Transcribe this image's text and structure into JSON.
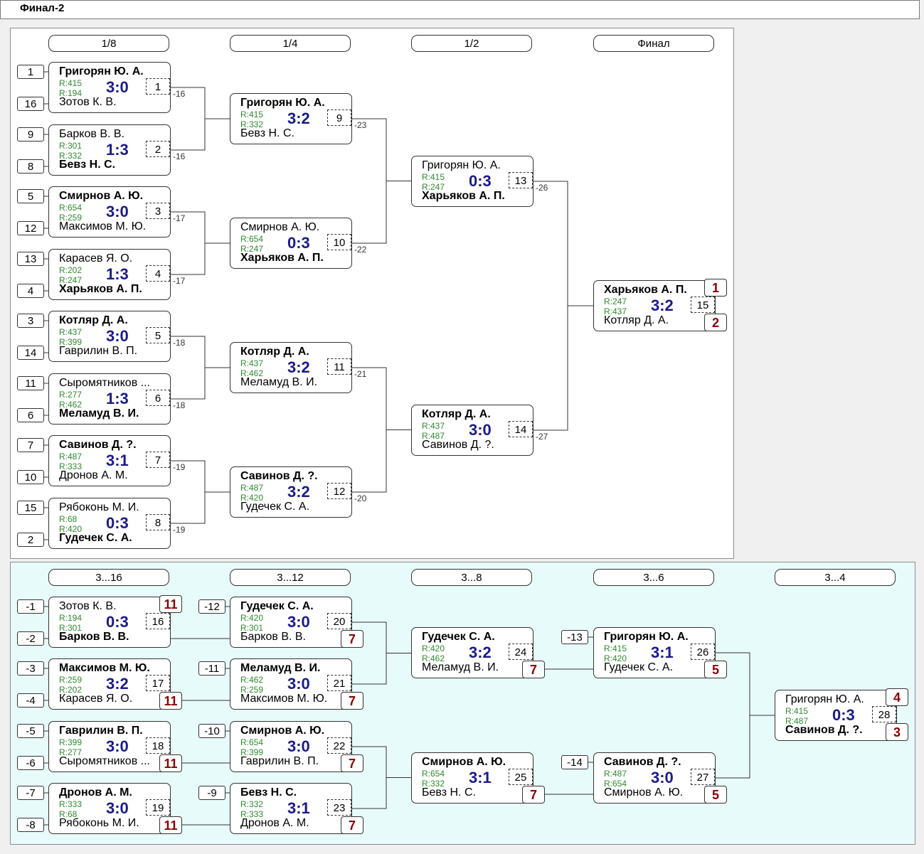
{
  "title": "Финал-2",
  "headers_main": [
    "1/8",
    "1/4",
    "1/2",
    "Финал"
  ],
  "headers_cons": [
    "3...16",
    "3...12",
    "3...8",
    "3...6",
    "3...4"
  ],
  "matches": [
    {
      "p1": "Григорян Ю. А.",
      "p2": "Зотов К. В.",
      "r1": "R:415",
      "r2": "R:194",
      "score": "3:0",
      "no": "1",
      "win": 1,
      "loser_to": "-16"
    },
    {
      "p1": "Барков В. В.",
      "p2": "Бевз Н. С.",
      "r1": "R:301",
      "r2": "R:332",
      "score": "1:3",
      "no": "2",
      "win": 2,
      "loser_to": "-16"
    },
    {
      "p1": "Смирнов А. Ю.",
      "p2": "Максимов М. Ю.",
      "r1": "R:654",
      "r2": "R:259",
      "score": "3:0",
      "no": "3",
      "win": 1,
      "loser_to": "-17"
    },
    {
      "p1": "Карасев Я. О.",
      "p2": "Харьяков А. П.",
      "r1": "R:202",
      "r2": "R:247",
      "score": "1:3",
      "no": "4",
      "win": 2,
      "loser_to": "-17"
    },
    {
      "p1": "Котляр Д. А.",
      "p2": "Гаврилин В. П.",
      "r1": "R:437",
      "r2": "R:399",
      "score": "3:0",
      "no": "5",
      "win": 1,
      "loser_to": "-18"
    },
    {
      "p1": "Сыромятников ...",
      "p2": "Меламуд В. И.",
      "r1": "R:277",
      "r2": "R:462",
      "score": "1:3",
      "no": "6",
      "win": 2,
      "loser_to": "-18"
    },
    {
      "p1": "Савинов Д. ?.",
      "p2": "Дронов А. М.",
      "r1": "R:487",
      "r2": "R:333",
      "score": "3:1",
      "no": "7",
      "win": 1,
      "loser_to": "-19"
    },
    {
      "p1": "Рябоконь М. И.",
      "p2": "Гудечек С. А.",
      "r1": "R:68",
      "r2": "R:420",
      "score": "0:3",
      "no": "8",
      "win": 2,
      "loser_to": "-19"
    },
    {
      "p1": "Григорян Ю. А.",
      "p2": "Бевз Н. С.",
      "r1": "R:415",
      "r2": "R:332",
      "score": "3:2",
      "no": "9",
      "win": 1,
      "loser_to": "-23"
    },
    {
      "p1": "Смирнов А. Ю.",
      "p2": "Харьяков А. П.",
      "r1": "R:654",
      "r2": "R:247",
      "score": "0:3",
      "no": "10",
      "win": 2,
      "loser_to": "-22"
    },
    {
      "p1": "Котляр Д. А.",
      "p2": "Меламуд В. И.",
      "r1": "R:437",
      "r2": "R:462",
      "score": "3:2",
      "no": "11",
      "win": 1,
      "loser_to": "-21"
    },
    {
      "p1": "Савинов Д. ?.",
      "p2": "Гудечек С. А.",
      "r1": "R:487",
      "r2": "R:420",
      "score": "3:2",
      "no": "12",
      "win": 1,
      "loser_to": "-20"
    },
    {
      "p1": "Григорян Ю. А.",
      "p2": "Харьяков А. П.",
      "r1": "R:415",
      "r2": "R:247",
      "score": "0:3",
      "no": "13",
      "win": 2,
      "loser_to": "-26"
    },
    {
      "p1": "Котляр Д. А.",
      "p2": "Савинов Д. ?.",
      "r1": "R:437",
      "r2": "R:487",
      "score": "3:0",
      "no": "14",
      "win": 1,
      "loser_to": "-27"
    },
    {
      "p1": "Харьяков А. П.",
      "p2": "Котляр Д. А.",
      "r1": "R:247",
      "r2": "R:437",
      "score": "3:2",
      "no": "15",
      "win": 1,
      "place1": "1",
      "place2": "2"
    },
    {
      "p1": "Зотов К. В.",
      "p2": "Барков В. В.",
      "r1": "R:194",
      "r2": "R:301",
      "score": "0:3",
      "no": "16",
      "win": 2,
      "place1": "11"
    },
    {
      "p1": "Максимов М. Ю.",
      "p2": "Карасев Я. О.",
      "r1": "R:259",
      "r2": "R:202",
      "score": "3:2",
      "no": "17",
      "win": 1,
      "place2": "11"
    },
    {
      "p1": "Гаврилин В. П.",
      "p2": "Сыромятников ...",
      "r1": "R:399",
      "r2": "R:277",
      "score": "3:0",
      "no": "18",
      "win": 1,
      "place2": "11"
    },
    {
      "p1": "Дронов А. М.",
      "p2": "Рябоконь М. И.",
      "r1": "R:333",
      "r2": "R:68",
      "score": "3:0",
      "no": "19",
      "win": 1,
      "place2": "11"
    },
    {
      "p1": "Гудечек С. А.",
      "p2": "Барков В. В.",
      "r1": "R:420",
      "r2": "R:301",
      "score": "3:0",
      "no": "20",
      "win": 1,
      "place2": "7"
    },
    {
      "p1": "Меламуд В. И.",
      "p2": "Максимов М. Ю.",
      "r1": "R:462",
      "r2": "R:259",
      "score": "3:0",
      "no": "21",
      "win": 1,
      "place2": "7"
    },
    {
      "p1": "Смирнов А. Ю.",
      "p2": "Гаврилин В. П.",
      "r1": "R:654",
      "r2": "R:399",
      "score": "3:0",
      "no": "22",
      "win": 1,
      "place2": "7"
    },
    {
      "p1": "Бевз Н. С.",
      "p2": "Дронов А. М.",
      "r1": "R:332",
      "r2": "R:333",
      "score": "3:1",
      "no": "23",
      "win": 1,
      "place2": "7"
    },
    {
      "p1": "Гудечек С. А.",
      "p2": "Меламуд В. И.",
      "r1": "R:420",
      "r2": "R:462",
      "score": "3:2",
      "no": "24",
      "win": 1,
      "place2": "7"
    },
    {
      "p1": "Смирнов А. Ю.",
      "p2": "Бевз Н. С.",
      "r1": "R:654",
      "r2": "R:332",
      "score": "3:1",
      "no": "25",
      "win": 1,
      "place2": "7"
    },
    {
      "p1": "Григорян Ю. А.",
      "p2": "Гудечек С. А.",
      "r1": "R:415",
      "r2": "R:420",
      "score": "3:1",
      "no": "26",
      "win": 1,
      "place2": "5"
    },
    {
      "p1": "Савинов Д. ?.",
      "p2": "Смирнов А. Ю.",
      "r1": "R:487",
      "r2": "R:654",
      "score": "3:0",
      "no": "27",
      "win": 1,
      "place2": "5"
    },
    {
      "p1": "Григорян Ю. А.",
      "p2": "Савинов Д. ?.",
      "r1": "R:415",
      "r2": "R:487",
      "score": "0:3",
      "no": "28",
      "win": 2,
      "place1": "4",
      "place2": "3"
    }
  ],
  "seeds_main": [
    "1",
    "16",
    "9",
    "8",
    "5",
    "12",
    "13",
    "4",
    "3",
    "14",
    "11",
    "6",
    "7",
    "10",
    "15",
    "2"
  ],
  "seeds_cons_r1": [
    "-1",
    "-2",
    "-3",
    "-4",
    "-5",
    "-6",
    "-7",
    "-8"
  ],
  "seeds_cons_r2": [
    "-12",
    "-11",
    "-10",
    "-9"
  ],
  "seeds_cons_r4": [
    "-13",
    "-14"
  ]
}
